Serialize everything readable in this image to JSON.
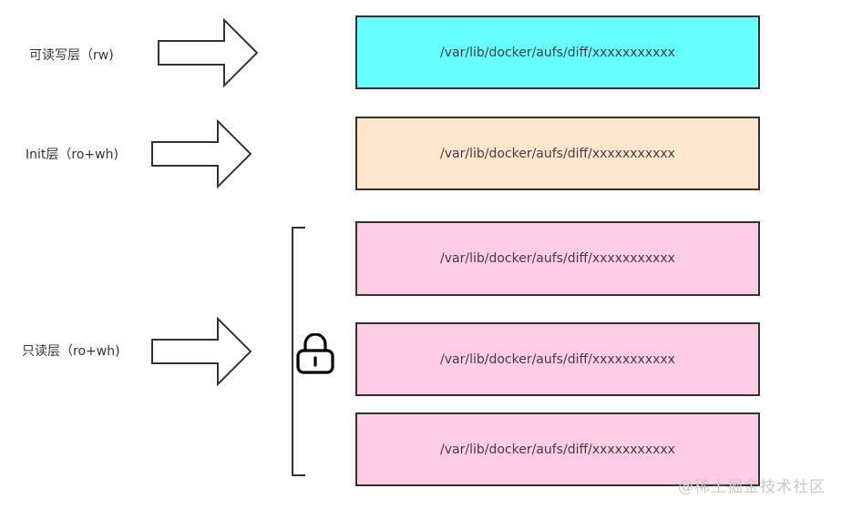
{
  "labels": {
    "rw": "可读写层（rw)",
    "init": "Init层（ro+wh)",
    "ro": "只读层（ro+wh)"
  },
  "boxes": [
    {
      "path": "/var/lib/docker/aufs/diff/xxxxxxxxxxx",
      "color": "#66ffff"
    },
    {
      "path": "/var/lib/docker/aufs/diff/xxxxxxxxxxx",
      "color": "#ffe6cc"
    },
    {
      "path": "/var/lib/docker/aufs/diff/xxxxxxxxxxx",
      "color": "#ffcce6"
    },
    {
      "path": "/var/lib/docker/aufs/diff/xxxxxxxxxxx",
      "color": "#ffcce6"
    },
    {
      "path": "/var/lib/docker/aufs/diff/xxxxxxxxxxx",
      "color": "#ffcce6"
    }
  ],
  "icons": {
    "arrow": "right-arrow-icon",
    "lock": "lock-icon"
  },
  "watermark": "@稀土掘金技术社区"
}
